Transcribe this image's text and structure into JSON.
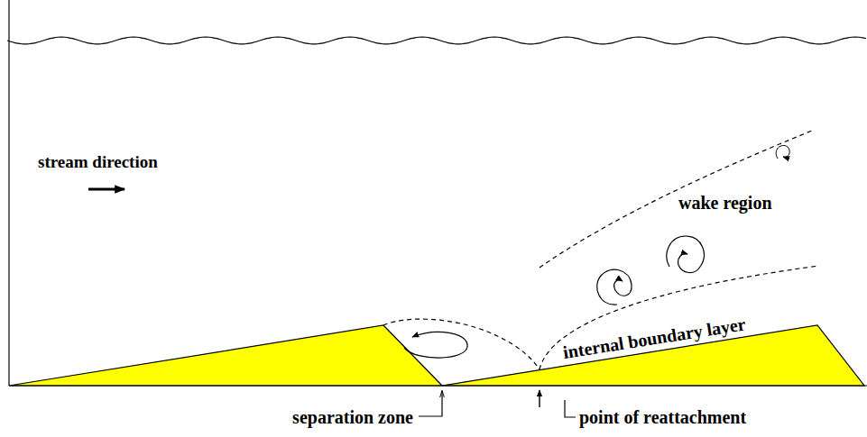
{
  "diagram": {
    "labels": [
      "stream direction",
      "wake region",
      "internal boundary layer",
      "separation zone",
      "point of reattachment"
    ]
  }
}
